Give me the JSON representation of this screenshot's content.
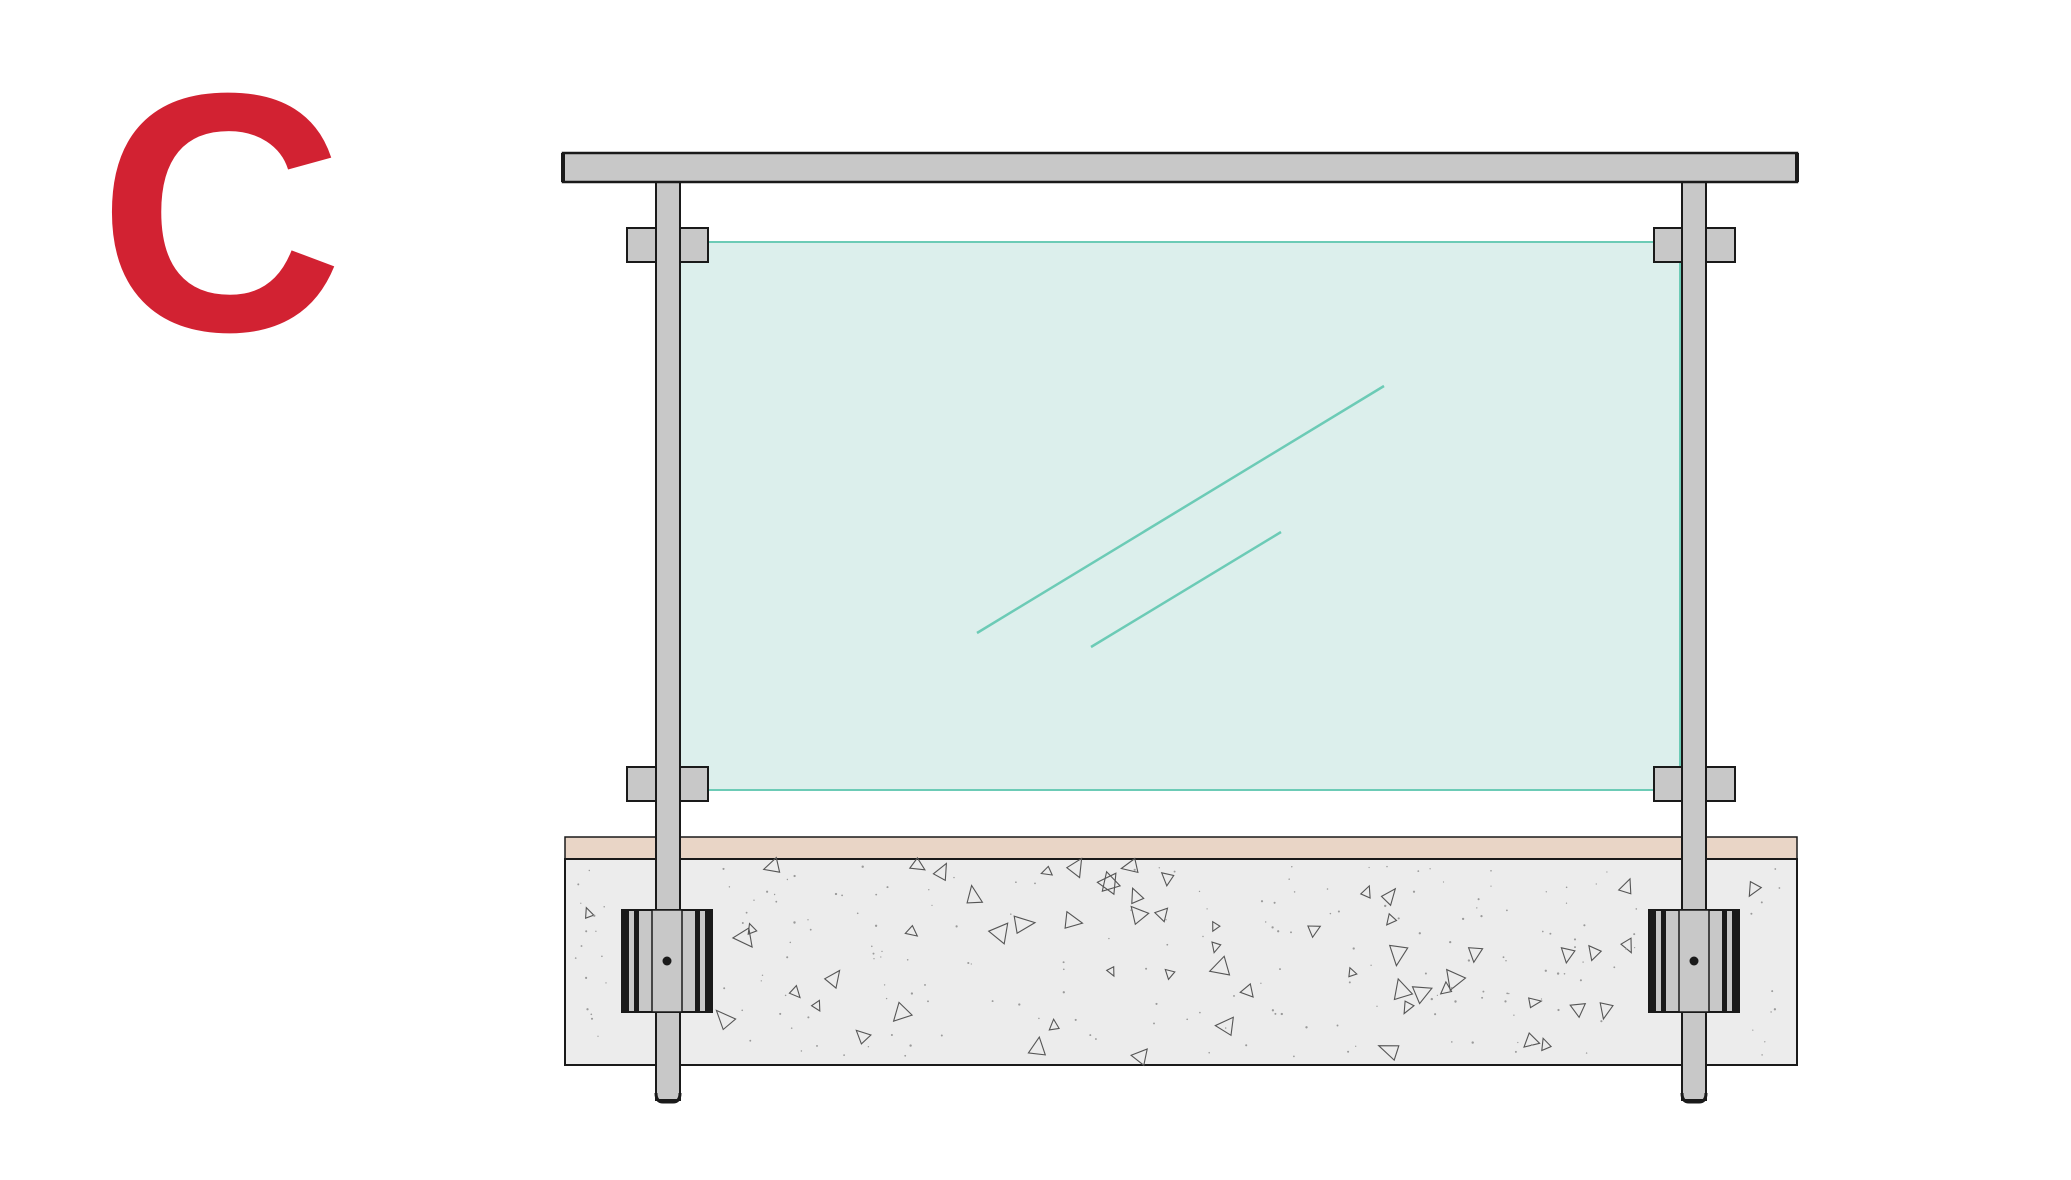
{
  "diagram": {
    "label": "C",
    "colors": {
      "label": "#d22232",
      "metal": "#c8c8c8",
      "outline": "#1a1a1a",
      "glass_fill": "#dcefec",
      "glass_edge": "#6ccbb6",
      "screed": "#e9d5c6",
      "concrete": "#ececec",
      "aggregate": "#555555"
    },
    "parts": [
      "handrail",
      "left-post",
      "right-post",
      "glass-panel",
      "glass-clamps",
      "floor-finish",
      "concrete-slab",
      "side-mount-brackets"
    ]
  }
}
